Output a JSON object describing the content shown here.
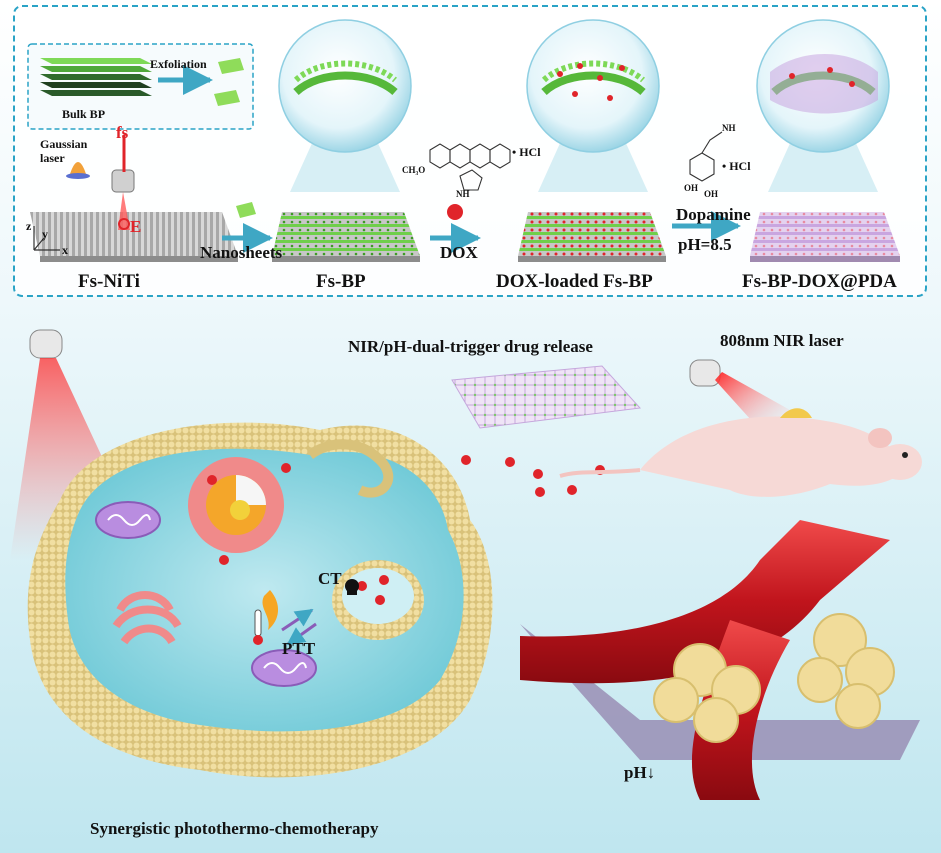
{
  "top_panel": {
    "inset": {
      "bulk_label": "Bulk BP",
      "exfoliation_label": "Exfoliation"
    },
    "laser": {
      "gaussian_label": "Gaussian\nlaser",
      "fs_label": "fs",
      "e_label": "E",
      "axis_z": "z",
      "axis_y": "y",
      "axis_x": "x"
    },
    "stages": [
      {
        "label": "Fs-NiTi"
      },
      {
        "label": "Fs-BP"
      },
      {
        "label": "DOX-loaded Fs-BP"
      },
      {
        "label": "Fs-BP-DOX@PDA"
      }
    ],
    "arrows": [
      {
        "label": "Nanosheets"
      },
      {
        "label": "DOX"
      },
      {
        "label_top": "Dopamine",
        "label_bottom": "pH=8.5"
      }
    ],
    "chem": {
      "hcl_1": "• HCl",
      "hcl_2": "• HCl",
      "nh2_1": "NH",
      "nh2_2": "NH",
      "oh_1": "OH",
      "oh_2": "OH",
      "och3": "CH₃O"
    }
  },
  "bottom_panel": {
    "release_label": "NIR/pH-dual-trigger drug release",
    "laser_label": "808nm NIR laser",
    "ct_label": "CT",
    "ptt_label": "PTT",
    "ph_label": "pH↓",
    "therapy_label": "Synergistic photothermo-chemotherapy"
  },
  "colors": {
    "border": "#2aa3c6",
    "arrow": "#3fa7c4",
    "sheet_green": "#6fcf4a",
    "drug_red": "#e0242a",
    "vessel_red": "#c0141c",
    "pda_purple": "#c9a6e0",
    "cell_yellow": "#e9d79a"
  }
}
